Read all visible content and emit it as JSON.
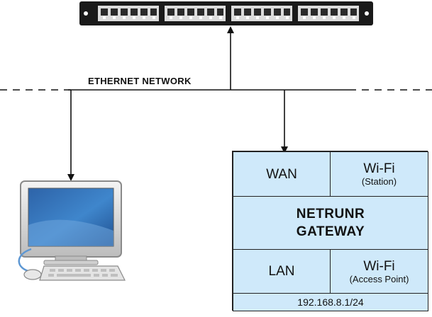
{
  "network": {
    "label": "ETHERNET NETWORK"
  },
  "gateway": {
    "title_line1": "NETRUNR",
    "title_line2": "GATEWAY",
    "wan": "WAN",
    "wifi_station": {
      "label": "Wi-Fi",
      "mode": "(Station)"
    },
    "lan": "LAN",
    "wifi_ap": {
      "label": "Wi-Fi",
      "mode": "(Access Point)"
    },
    "subnet": "192.168.8.1/24"
  },
  "icons": {
    "switch": "patch-panel-icon",
    "computer": "desktop-computer-icon"
  },
  "colors": {
    "gateway_fill": "#cfe9fa",
    "outline": "#222222"
  }
}
